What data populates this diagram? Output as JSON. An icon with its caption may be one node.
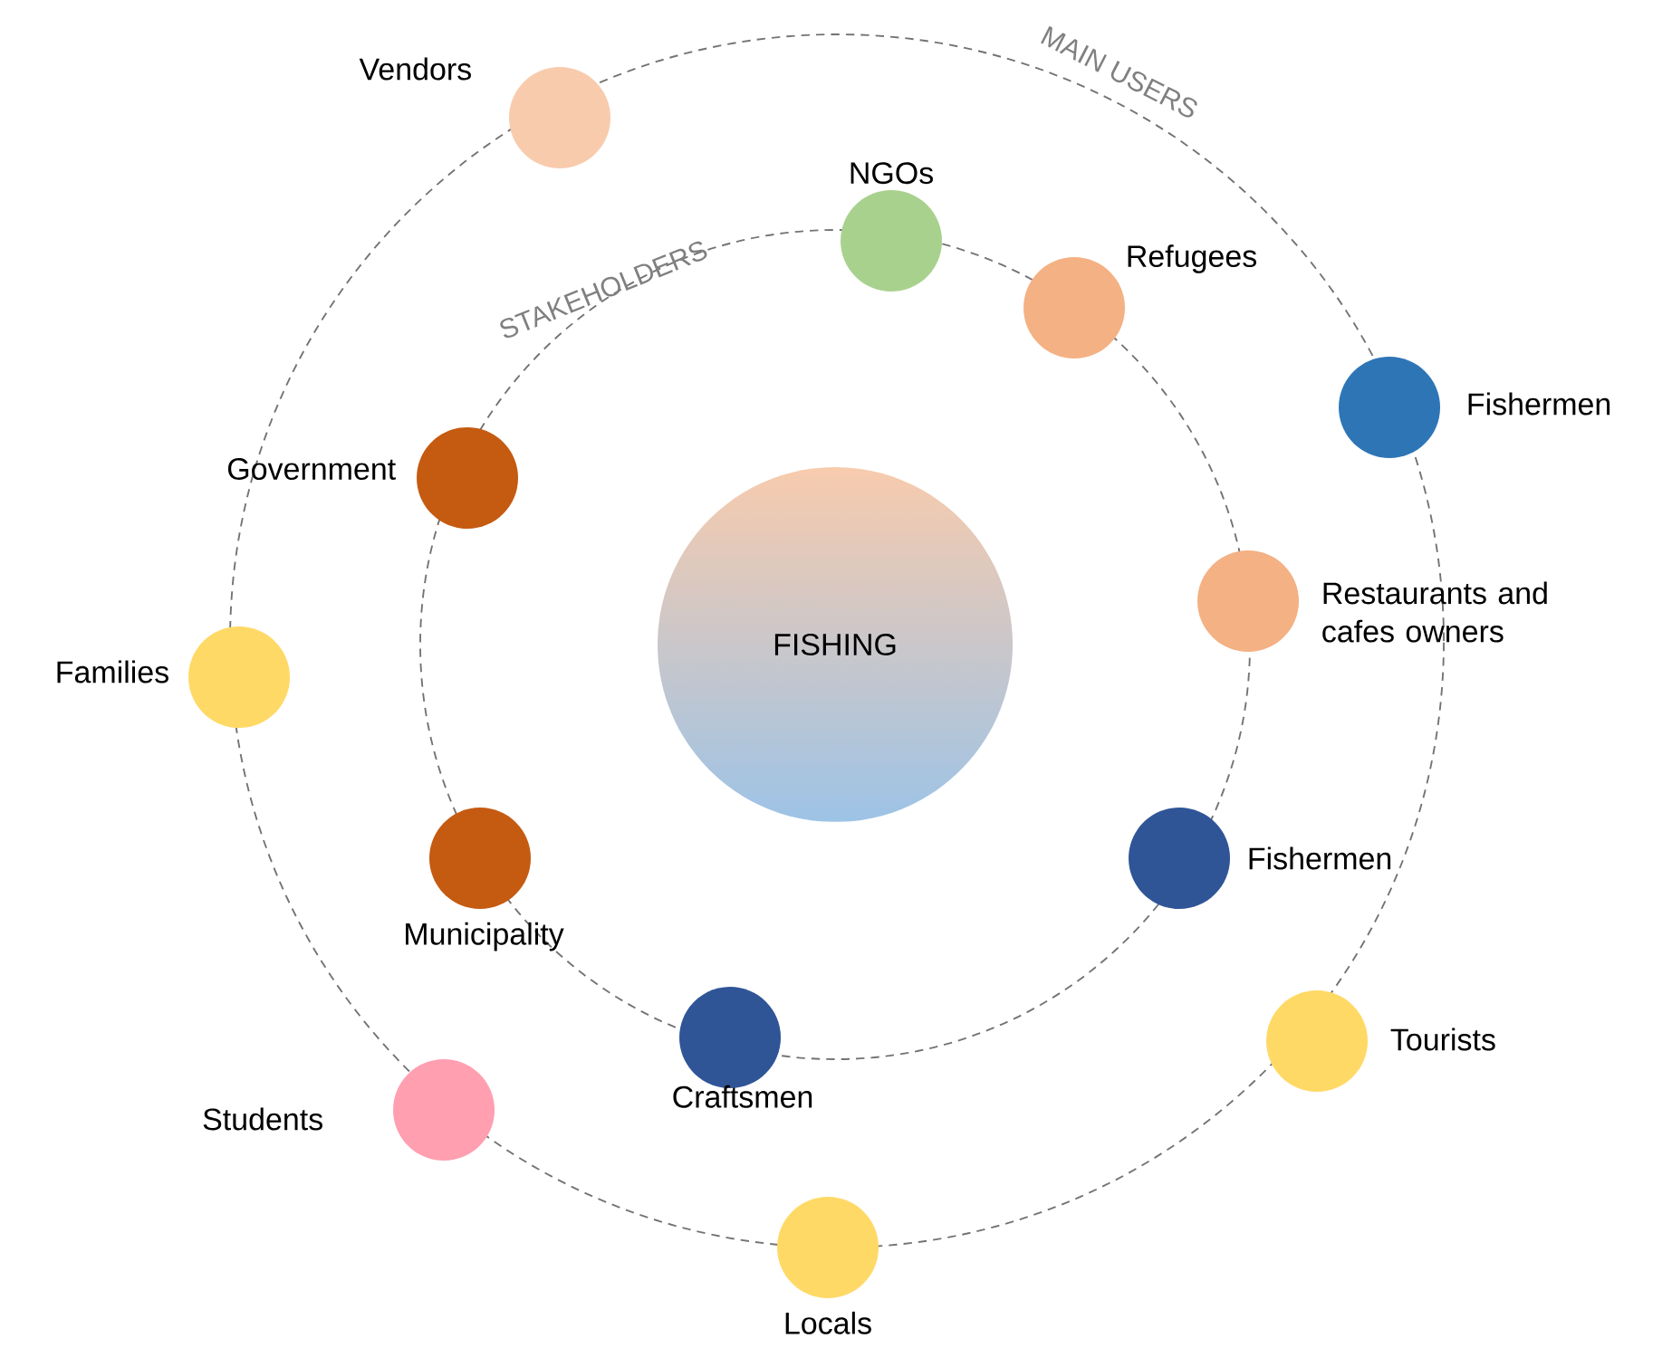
{
  "diagram": {
    "nodes": [
      {
        "text": [],
        "shape": "circle",
        "beside": [
          "Vendors"
        ]
      },
      {
        "text": [],
        "shape": "circle",
        "beside": [
          "NGOs"
        ]
      },
      {
        "text": [],
        "shape": "circle",
        "beside": [
          "Refugees"
        ]
      },
      {
        "text": [],
        "shape": "circle",
        "beside": [
          "Fishermen"
        ]
      },
      {
        "text": [],
        "shape": "circle",
        "beside": [
          "Government"
        ]
      },
      {
        "text": [],
        "shape": "circle",
        "beside": [
          "Restaurants and cafes owners"
        ]
      },
      {
        "text": [
          "FISHING"
        ]
      },
      {
        "text": [],
        "shape": "circle",
        "beside": [
          "Families"
        ]
      },
      {
        "text": [],
        "shape": "circle",
        "beside": [
          "Municipality"
        ]
      },
      {
        "text": [],
        "shape": "circle",
        "beside": [
          "Fishermen"
        ]
      },
      {
        "text": [],
        "shape": "circle",
        "beside": [
          "Craftsmen"
        ]
      },
      {
        "text": [],
        "shape": "circle",
        "beside": [
          "Tourists"
        ]
      },
      {
        "text": [],
        "shape": "circle",
        "beside": [
          "Students"
        ]
      },
      {
        "text": [],
        "shape": "circle",
        "beside": [
          "Locals"
        ]
      }
    ],
    "labels": [
      "MAIN USERS",
      "STAKEHOLDERS"
    ]
  }
}
